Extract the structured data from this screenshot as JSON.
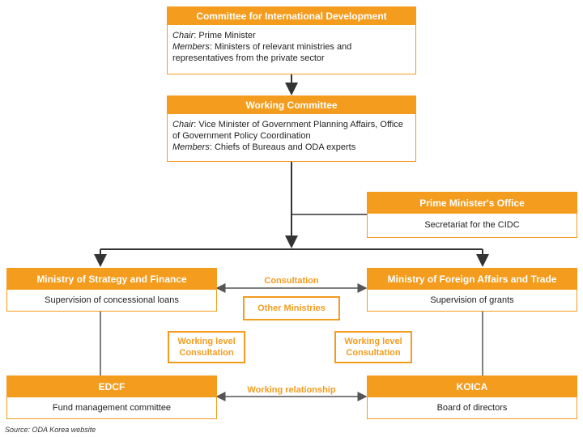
{
  "cidc": {
    "title": "Committee for International Development Cooperation",
    "chair_label": "Chair",
    "chair_value": ": Prime Minister",
    "members_label": "Members",
    "members_value": ": Ministers of relevant ministries and representatives from the private sector"
  },
  "working_committee": {
    "title": "Working Committee",
    "chair_label": "Chair",
    "chair_value": ": Vice Minister of Government Planning Affairs, Office of Government Policy Coordination",
    "members_label": "Members",
    "members_value": ": Chiefs of Bureaus and ODA experts"
  },
  "pmo": {
    "title": "Prime Minister's Office",
    "body": "Secretariat for the CIDC"
  },
  "mosf": {
    "title": "Ministry of Strategy and Finance",
    "body": "Supervision of concessional loans"
  },
  "mofat": {
    "title": "Ministry of Foreign Affairs and Trade",
    "body": "Supervision of grants"
  },
  "edcf": {
    "title": "EDCF",
    "body": "Fund management committee"
  },
  "koica": {
    "title": "KOICA",
    "body": "Board of directors"
  },
  "labels": {
    "consultation": "Consultation",
    "other_ministries": "Other Ministries",
    "working_level_left": "Working level Consultation",
    "working_level_right": "Working level Consultation",
    "working_relationship": "Working relationship"
  },
  "source": "Source: ODA Korea website",
  "colors": {
    "accent": "#F39C1E",
    "line": "#333333"
  }
}
